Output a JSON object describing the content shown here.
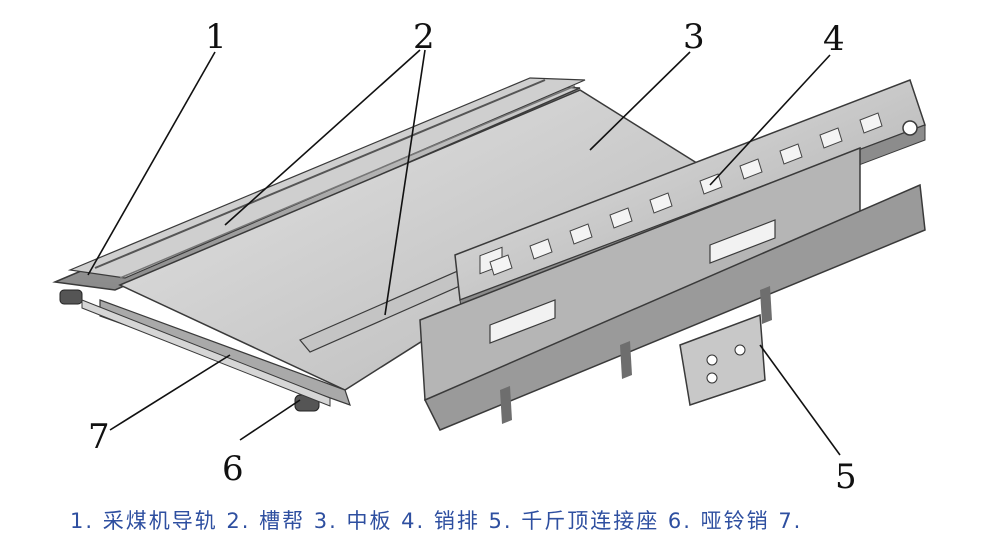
{
  "figure": {
    "callouts": [
      {
        "id": 1,
        "label": "1"
      },
      {
        "id": 2,
        "label": "2"
      },
      {
        "id": 3,
        "label": "3"
      },
      {
        "id": 4,
        "label": "4"
      },
      {
        "id": 5,
        "label": "5"
      },
      {
        "id": 6,
        "label": "6"
      },
      {
        "id": 7,
        "label": "7"
      }
    ]
  },
  "caption": "1. 采煤机导轨 2. 槽帮 3. 中板 4. 销排 5. 千斤顶连接座 6. 哑铃销 7.",
  "colors": {
    "caption_text": "#2e4fa0",
    "metal_light": "#d9d9d9",
    "metal_mid": "#bdbdbd",
    "metal_dark": "#6e6e6e",
    "outline": "#3a3a3a"
  }
}
